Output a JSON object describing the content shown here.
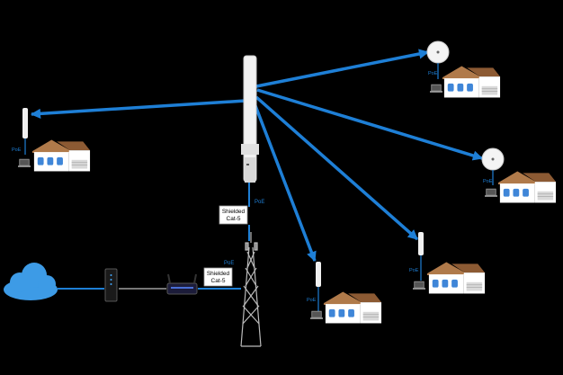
{
  "labels": {
    "poe": "PoE",
    "shielded": "Shielded",
    "cat5": "Cat-5"
  },
  "icons": [
    "cloud-icon",
    "modem-icon",
    "router-icon",
    "tower-icon",
    "omni-antenna-icon",
    "cpe-antenna-icon",
    "dish-antenna-icon",
    "house-icon",
    "poe-injector-icon"
  ],
  "colors": {
    "background": "#000000",
    "link": "#1e7fd6",
    "cloud": "#3d9be6",
    "house_wall": "#ffffff",
    "house_roof": "#b07a4a",
    "window": "#3f86d8"
  }
}
